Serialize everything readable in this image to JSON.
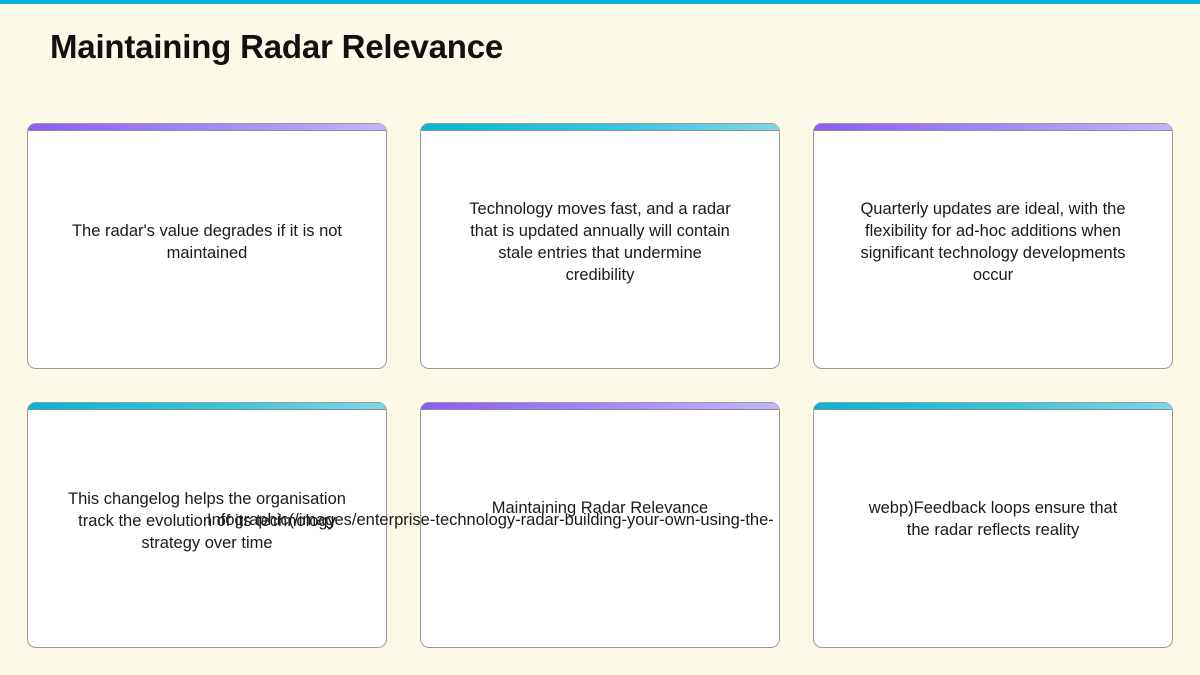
{
  "page": {
    "title": "Maintaining Radar Relevance",
    "accent_color": "#06b6d4",
    "background_color": "#fcf9e9"
  },
  "cards": [
    {
      "text": "The radar's value degrades if it is not\nmaintained",
      "accent": "purple"
    },
    {
      "text": "Technology moves fast, and a radar\nthat is updated annually will contain\nstale entries that undermine\ncredibility",
      "accent": "teal"
    },
    {
      "text": "Quarterly updates are ideal, with the\nflexibility for ad-hoc additions when\nsignificant technology developments\noccur",
      "accent": "purple"
    },
    {
      "text": "This changelog helps the organisation\ntrack the evolution of its technology\nstrategy over time",
      "accent": "teal"
    },
    {
      "text": "Maintaining Radar Relevance",
      "accent": "purple"
    },
    {
      "text": "webp)Feedback loops ensure that\nthe radar reflects reality",
      "accent": "teal"
    }
  ],
  "overflow_text": "Infographic(/images/enterprise-technology-radar-building-your-own-using-the-",
  "accent_colors": {
    "purple": "#8b5cf6",
    "teal": "#06b6d4"
  }
}
